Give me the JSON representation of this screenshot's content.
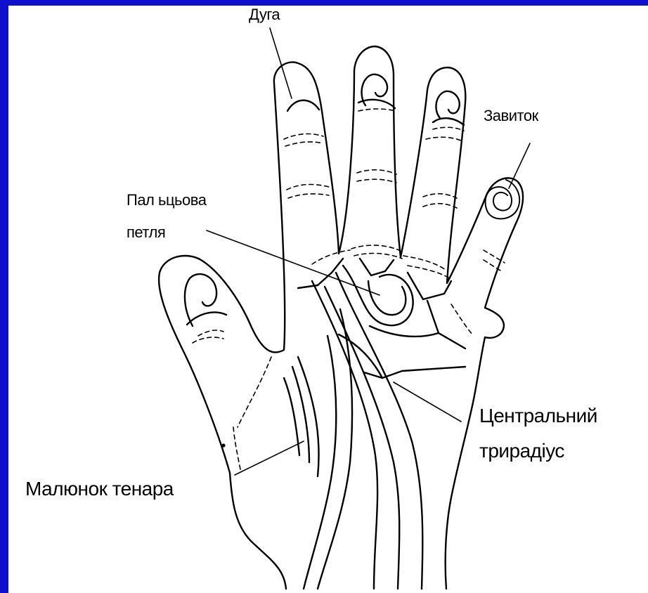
{
  "labels": {
    "arch": "Дуга",
    "whorl": "Завиток",
    "finger_loop_line1": "Пал ьцьова",
    "finger_loop_line2": "петля",
    "central_triradius_line1": "Центральний",
    "central_triradius_line2": "трирадіус",
    "thenar_pattern": "Малюнок тенара"
  },
  "colors": {
    "background": "#1010cc",
    "canvas": "#ffffff",
    "ink": "#000000"
  }
}
